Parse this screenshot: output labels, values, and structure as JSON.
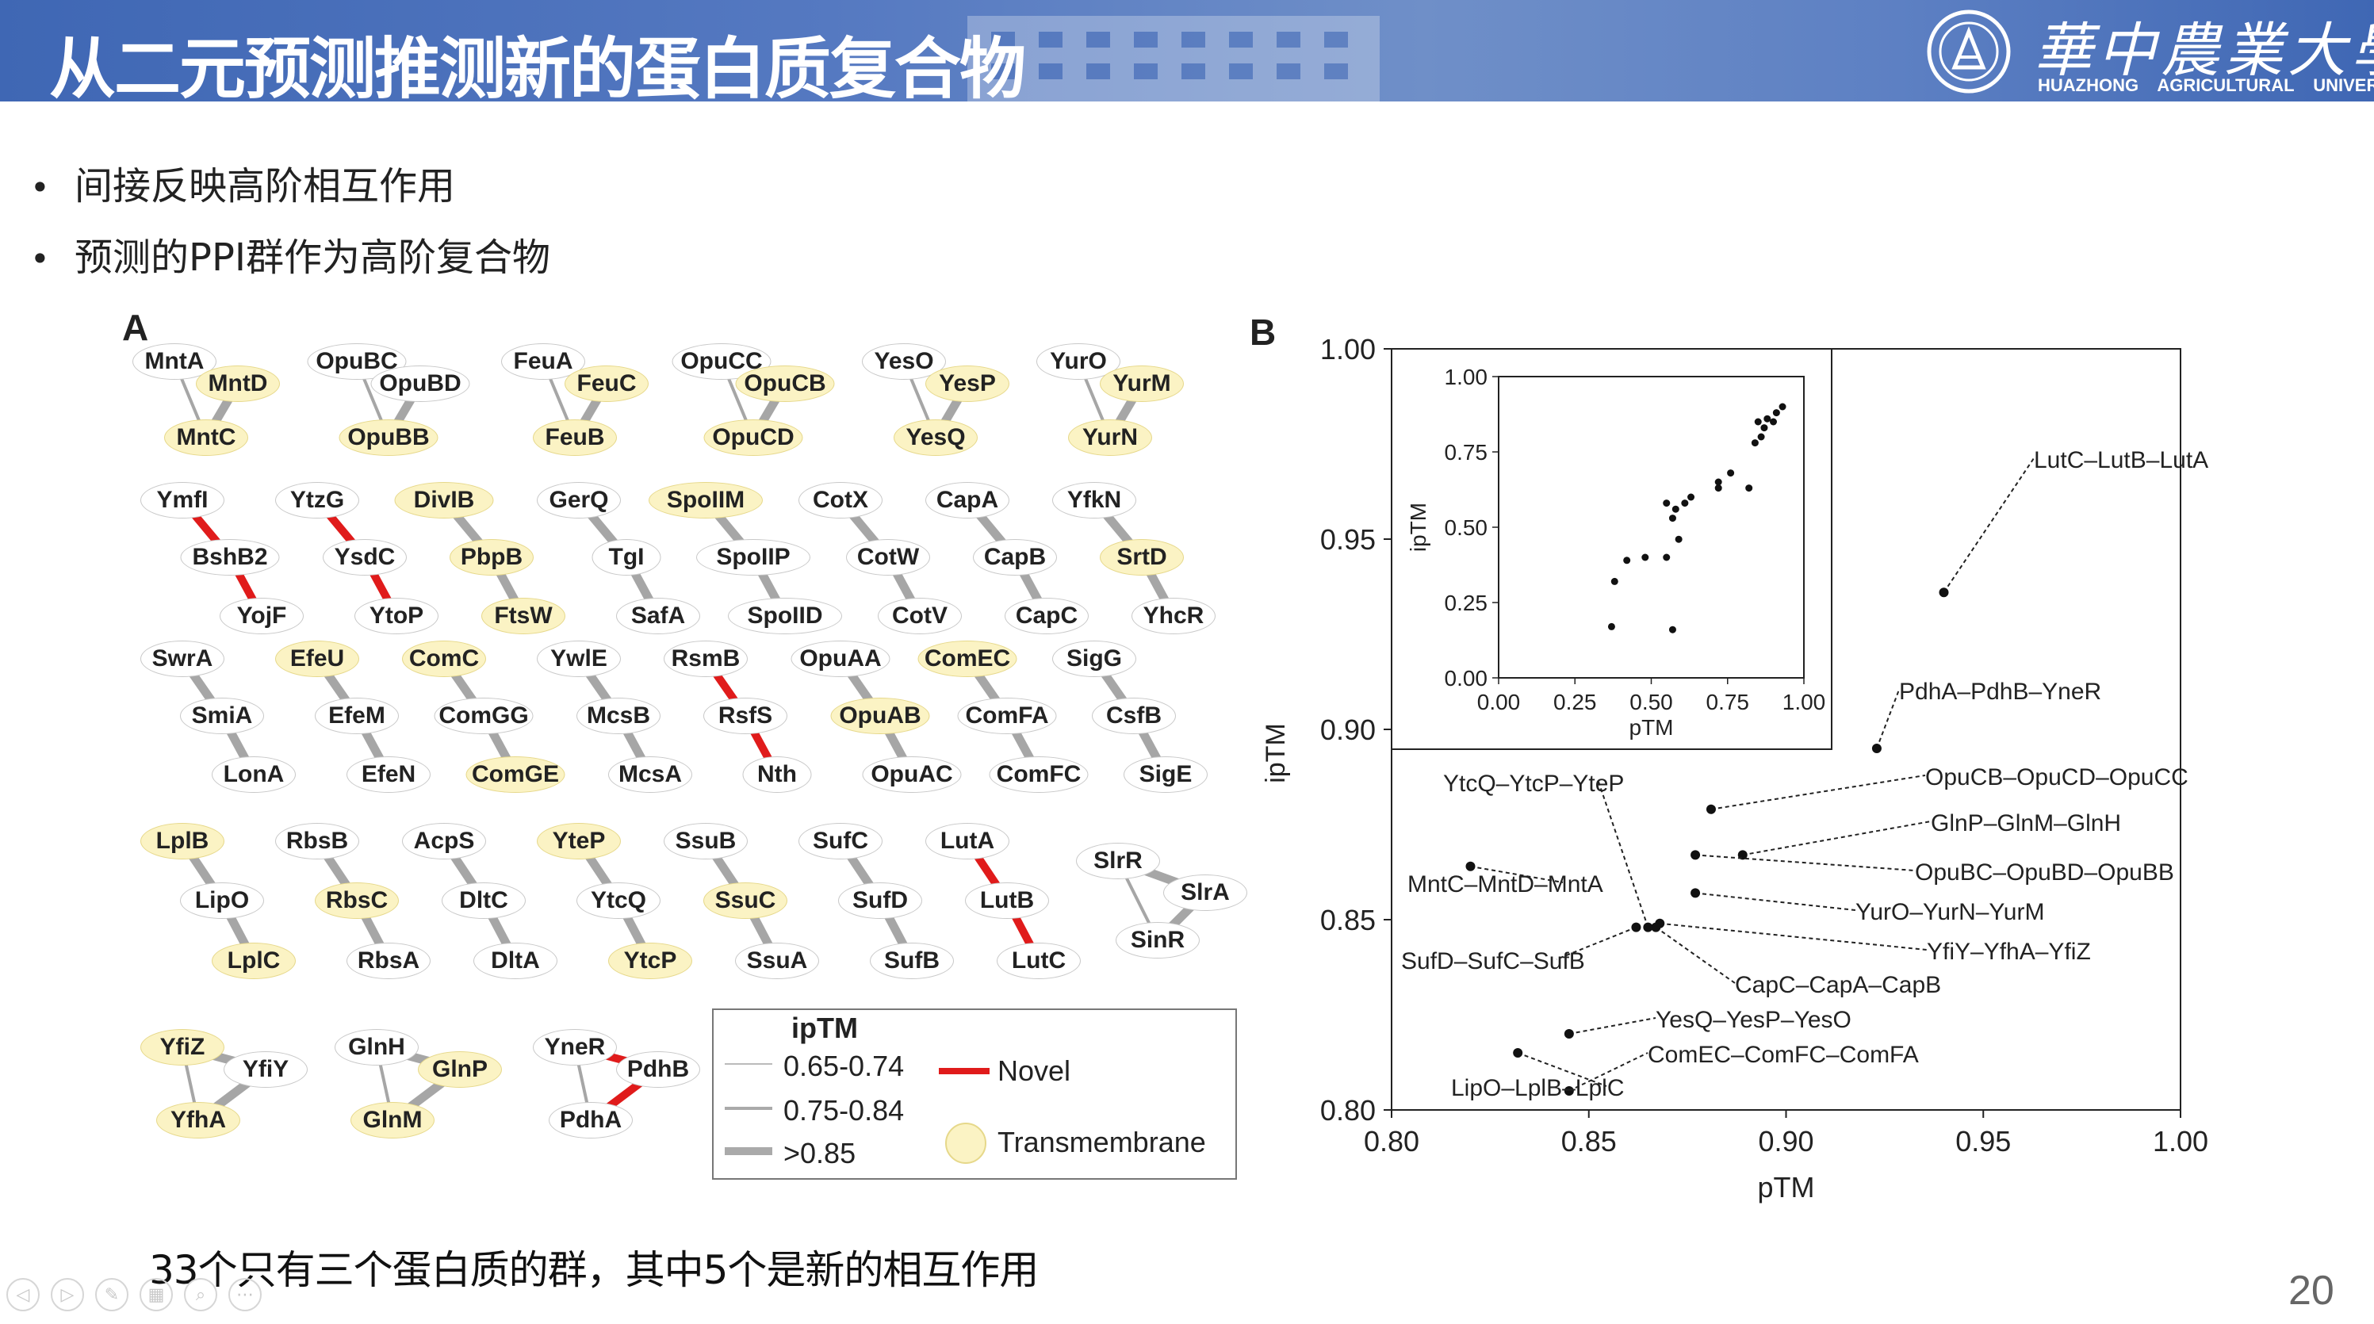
{
  "header": {
    "title": "从二元预测推测新的蛋白质复合物",
    "logo_cn": "華中農業大學",
    "logo_en": "HUAZHONG AGRICULTURAL UNIVERSITY"
  },
  "bullets": [
    "间接反映高阶相互作用",
    "预测的PPI群作为高阶复合物"
  ],
  "panel_a": {
    "label": "A",
    "legend": {
      "title": "ipTM",
      "items": [
        "0.65-0.74",
        "0.75-0.84",
        ">0.85",
        "Novel",
        "Transmembrane"
      ]
    },
    "groups": [
      [
        "MntA",
        "MntD",
        "MntC"
      ],
      [
        "OpuBC",
        "OpuBD",
        "OpuBB"
      ],
      [
        "FeuA",
        "FeuC",
        "FeuB"
      ],
      [
        "OpuCC",
        "OpuCB",
        "OpuCD"
      ],
      [
        "YesO",
        "YesP",
        "YesQ"
      ],
      [
        "YurO",
        "YurM",
        "YurN"
      ],
      [
        "YmfI",
        "BshB2",
        "YojF"
      ],
      [
        "YtzG",
        "YsdC",
        "YtoP"
      ],
      [
        "DivIB",
        "PbpB",
        "FtsW"
      ],
      [
        "GerQ",
        "TgI",
        "SafA"
      ],
      [
        "SpoIIM",
        "SpoIIP",
        "SpoIID"
      ],
      [
        "CotX",
        "CotW",
        "CotV"
      ],
      [
        "CapA",
        "CapB",
        "CapC"
      ],
      [
        "YfkN",
        "SrtD",
        "YhcR"
      ],
      [
        "SwrA",
        "SmiA",
        "LonA"
      ],
      [
        "EfeU",
        "EfeM",
        "EfeN"
      ],
      [
        "ComC",
        "ComGG",
        "ComGE"
      ],
      [
        "YwlE",
        "McsB",
        "McsA"
      ],
      [
        "RsmB",
        "RsfS",
        "Nth"
      ],
      [
        "OpuAA",
        "OpuAB",
        "OpuAC"
      ],
      [
        "ComEC",
        "ComFA",
        "ComFC"
      ],
      [
        "SigG",
        "CsfB",
        "SigE"
      ],
      [
        "LplB",
        "LipO",
        "LplC"
      ],
      [
        "RbsB",
        "RbsC",
        "RbsA"
      ],
      [
        "AcpS",
        "DltC",
        "DltA"
      ],
      [
        "YteP",
        "YtcQ",
        "YtcP"
      ],
      [
        "SsuB",
        "SsuC",
        "SsuA"
      ],
      [
        "SufC",
        "SufD",
        "SufB"
      ],
      [
        "LutA",
        "LutB",
        "LutC"
      ],
      [
        "SlrR",
        "SlrA",
        "SinR"
      ],
      [
        "YfiZ",
        "YfiY",
        "YfhA"
      ],
      [
        "GlnH",
        "GlnP",
        "GlnM"
      ],
      [
        "YneR",
        "PdhB",
        "PdhA"
      ]
    ]
  },
  "panel_b": {
    "label": "B",
    "main_x_ticks": [
      "0.80",
      "0.85",
      "0.90",
      "0.95",
      "1.00"
    ],
    "main_y_ticks": [
      "0.80",
      "0.85",
      "0.90",
      "0.95",
      "1.00"
    ],
    "inset_ticks": [
      "0.00",
      "0.25",
      "0.50",
      "0.75",
      "1.00"
    ],
    "xlabel": "pTM",
    "ylabel": "ipTM",
    "annotations": [
      "LutC–LutB–LutA",
      "PdhA–PdhB–YneR",
      "OpuCB–OpuCD–OpuCC",
      "GlnP–GlnM–GlnH",
      "OpuBC–OpuBD–OpuBB",
      "YurO–YurN–YurM",
      "YfiY–YfhA–YfiZ",
      "CapC–CapA–CapB",
      "YesQ–YesP–YesO",
      "ComEC–ComFC–ComFA",
      "YtcQ–YtcP–YteP",
      "MntC–MntD–MntA",
      "SufD–SufC–SufB",
      "LipO–LplB–LplC"
    ]
  },
  "chart_data": {
    "type": "scatter",
    "xlabel": "pTM",
    "ylabel": "ipTM",
    "xlim": [
      0.8,
      1.0
    ],
    "ylim": [
      0.8,
      1.0
    ],
    "points": [
      {
        "label": "LutC–LutB–LutA",
        "x": 0.94,
        "y": 0.936
      },
      {
        "label": "PdhA–PdhB–YneR",
        "x": 0.923,
        "y": 0.895
      },
      {
        "label": "OpuCB–OpuCD–OpuCC",
        "x": 0.881,
        "y": 0.879
      },
      {
        "label": "GlnP–GlnM–GlnH",
        "x": 0.889,
        "y": 0.867
      },
      {
        "label": "OpuBC–OpuBD–OpuBB",
        "x": 0.877,
        "y": 0.867
      },
      {
        "label": "YurO–YurN–YurM",
        "x": 0.877,
        "y": 0.857
      },
      {
        "label": "YfiY–YfhA–YfiZ",
        "x": 0.868,
        "y": 0.849
      },
      {
        "label": "CapC–CapA–CapB",
        "x": 0.867,
        "y": 0.848
      },
      {
        "label": "YesQ–YesP–YesO",
        "x": 0.845,
        "y": 0.82
      },
      {
        "label": "ComEC–ComFC–ComFA",
        "x": 0.845,
        "y": 0.805
      },
      {
        "label": "YtcQ–YtcP–YteP",
        "x": 0.865,
        "y": 0.848
      },
      {
        "label": "MntC–MntD–MntA",
        "x": 0.82,
        "y": 0.864
      },
      {
        "label": "SufD–SufC–SufB",
        "x": 0.862,
        "y": 0.848
      },
      {
        "label": "LipO–LplB–LplC",
        "x": 0.832,
        "y": 0.815
      }
    ],
    "inset": {
      "xlim": [
        0,
        1
      ],
      "ylim": [
        0,
        1
      ],
      "points": [
        [
          0.38,
          0.32
        ],
        [
          0.37,
          0.17
        ],
        [
          0.57,
          0.16
        ],
        [
          0.42,
          0.39
        ],
        [
          0.48,
          0.4
        ],
        [
          0.55,
          0.4
        ],
        [
          0.59,
          0.46
        ],
        [
          0.55,
          0.58
        ],
        [
          0.58,
          0.56
        ],
        [
          0.61,
          0.58
        ],
        [
          0.63,
          0.6
        ],
        [
          0.57,
          0.53
        ],
        [
          0.72,
          0.63
        ],
        [
          0.72,
          0.65
        ],
        [
          0.76,
          0.68
        ],
        [
          0.82,
          0.63
        ],
        [
          0.84,
          0.78
        ],
        [
          0.86,
          0.8
        ],
        [
          0.87,
          0.83
        ],
        [
          0.88,
          0.86
        ],
        [
          0.9,
          0.85
        ],
        [
          0.85,
          0.85
        ],
        [
          0.91,
          0.88
        ],
        [
          0.93,
          0.9
        ]
      ]
    }
  },
  "caption": "33个只有三个蛋白质的群，其中5个是新的相互作用",
  "page_number": "20",
  "colors": {
    "banner": "#4a6fb8",
    "novel": "#e01b1b",
    "transmembrane": "#fbf3c4"
  }
}
